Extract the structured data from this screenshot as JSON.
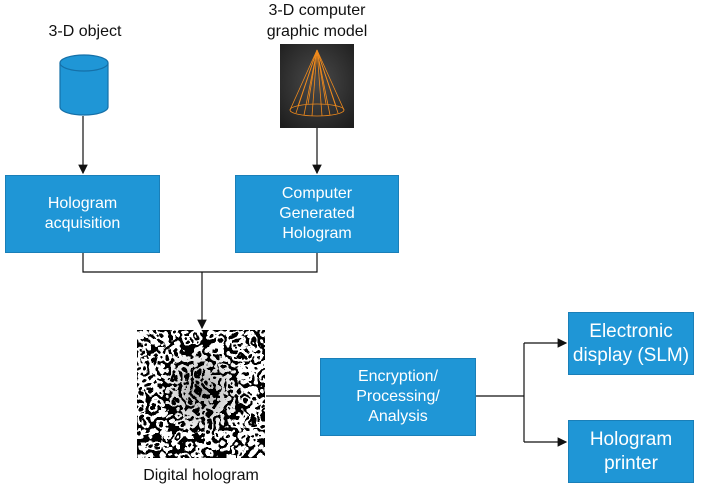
{
  "labels": {
    "object": "3-D object",
    "cg_model": "3-D computer\ngraphic model",
    "digital_hologram": "Digital hologram"
  },
  "boxes": {
    "acquisition": "Hologram\nacquisition",
    "cgh": "Computer\nGenerated\nHologram",
    "processing": "Encryption/\nProcessing/\nAnalysis",
    "display": "Electronic\ndisplay (SLM)",
    "printer": "Hologram\nprinter"
  },
  "colors": {
    "box_fill": "#1f96d6",
    "cone_wire": "#f08a1c",
    "render_bg": "#3a3a3a"
  },
  "icons": {
    "object": "database-cylinder-icon",
    "cg_model": "wireframe-cone-render",
    "hologram": "speckle-hologram-image"
  }
}
